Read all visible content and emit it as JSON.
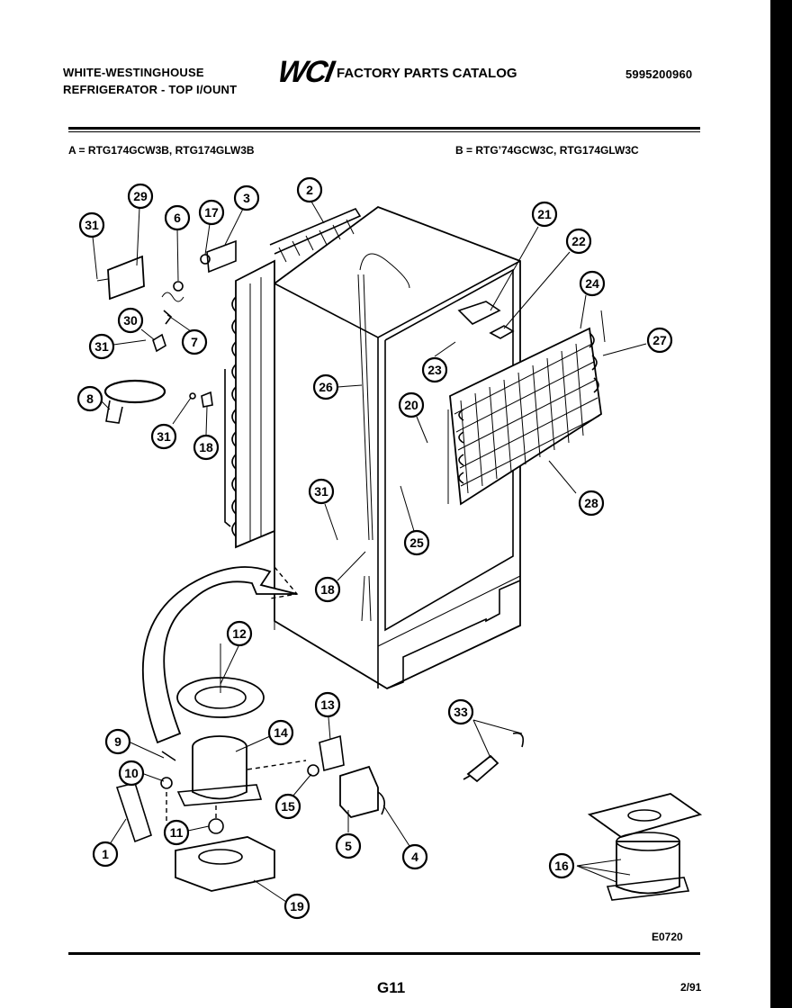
{
  "header": {
    "brand_line1": "WHITE-WESTINGHOUSE",
    "brand_line2": "REFRIGERATOR - TOP I/OUNT",
    "logo_text": "WCI",
    "catalog_title": "FACTORY PARTS CATALOG",
    "catalog_number": "5995200960"
  },
  "models": {
    "a": "A = RTG174GCW3B,   RTG174GLW3B",
    "b": "B = RTG’74GCW3C,   RTG174GLW3C"
  },
  "callouts": [
    {
      "label": "29"
    },
    {
      "label": "6"
    },
    {
      "label": "17"
    },
    {
      "label": "3"
    },
    {
      "label": "2"
    },
    {
      "label": "31"
    },
    {
      "label": "30"
    },
    {
      "label": "7"
    },
    {
      "label": "31"
    },
    {
      "label": "8"
    },
    {
      "label": "31"
    },
    {
      "label": "18"
    },
    {
      "label": "26"
    },
    {
      "label": "21"
    },
    {
      "label": "22"
    },
    {
      "label": "24"
    },
    {
      "label": "27"
    },
    {
      "label": "23"
    },
    {
      "label": "20"
    },
    {
      "label": "28"
    },
    {
      "label": "31"
    },
    {
      "label": "25"
    },
    {
      "label": "18"
    },
    {
      "label": "12"
    },
    {
      "label": "13"
    },
    {
      "label": "33"
    },
    {
      "label": "9"
    },
    {
      "label": "14"
    },
    {
      "label": "10"
    },
    {
      "label": "15"
    },
    {
      "label": "1"
    },
    {
      "label": "11"
    },
    {
      "label": "5"
    },
    {
      "label": "4"
    },
    {
      "label": "19"
    },
    {
      "label": "16"
    }
  ],
  "footer": {
    "diagram_code": "E0720",
    "page_code": "G11",
    "date": "2/91"
  }
}
